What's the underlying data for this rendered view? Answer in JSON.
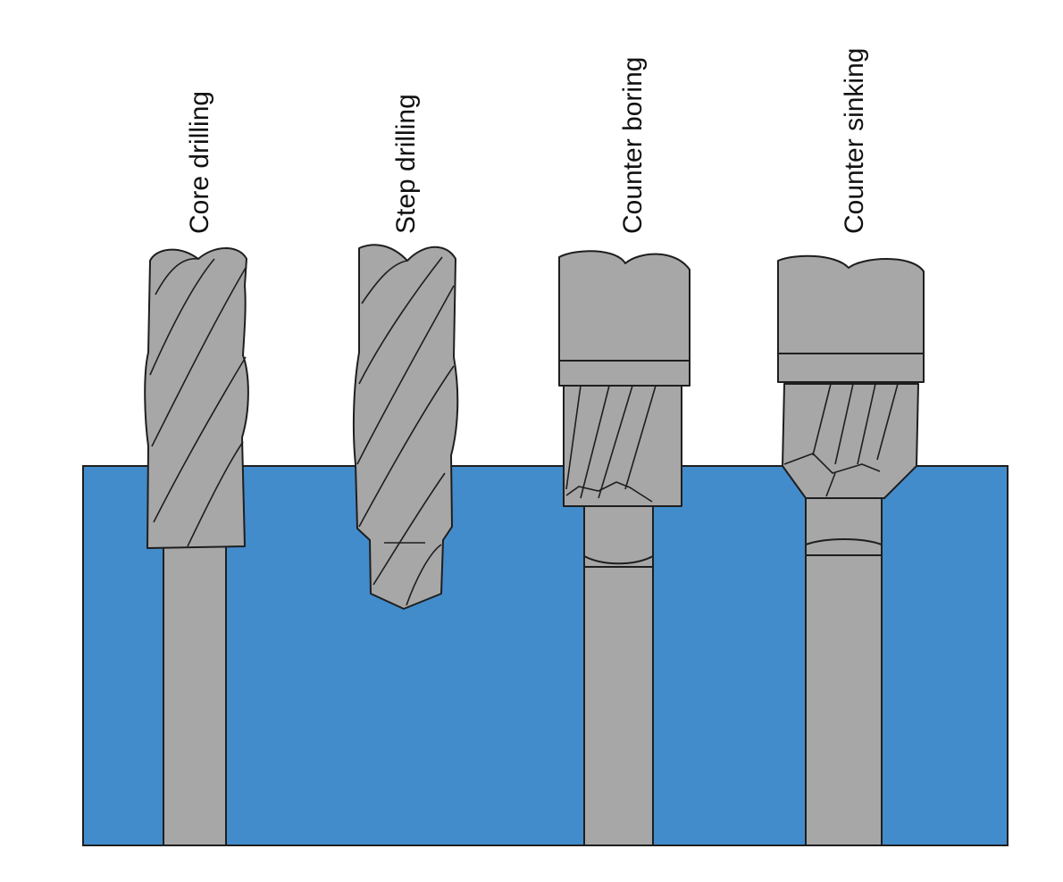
{
  "colors": {
    "workpiece": "#438ccc",
    "tool": "#a7a7a7",
    "outline": "#1e1e1e"
  },
  "operations": [
    {
      "id": "core",
      "label": "Core drilling"
    },
    {
      "id": "step",
      "label": "Step drilling"
    },
    {
      "id": "counterbore",
      "label": "Counter boring"
    },
    {
      "id": "countersink",
      "label": "Counter sinking"
    }
  ]
}
